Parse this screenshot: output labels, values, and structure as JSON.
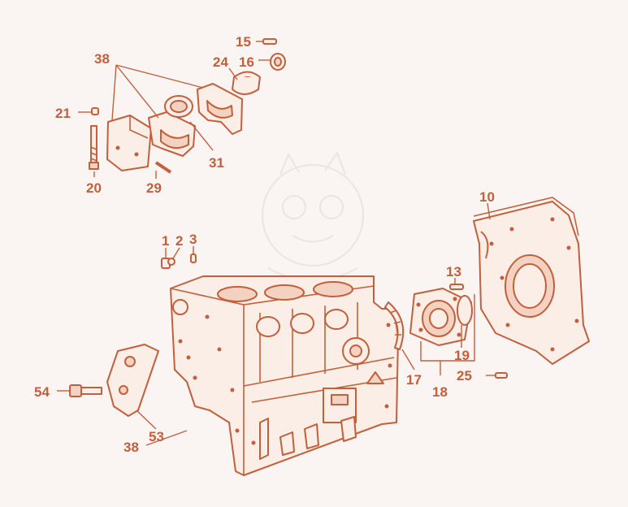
{
  "diagram": {
    "colors": {
      "line": "#c25f3c",
      "fill": "#fbeee6",
      "background": "#faf5f2"
    },
    "callouts": {
      "c1": "1",
      "c2": "2",
      "c3": "3",
      "c10": "10",
      "c13": "13",
      "c15": "15",
      "c16": "16",
      "c17": "17",
      "c18": "18",
      "c19": "19",
      "c20": "20",
      "c21": "21",
      "c24": "24",
      "c25": "25",
      "c29": "29",
      "c31": "31",
      "c38_top": "38",
      "c38_bottom": "38",
      "c53": "53",
      "c54": "54"
    }
  }
}
